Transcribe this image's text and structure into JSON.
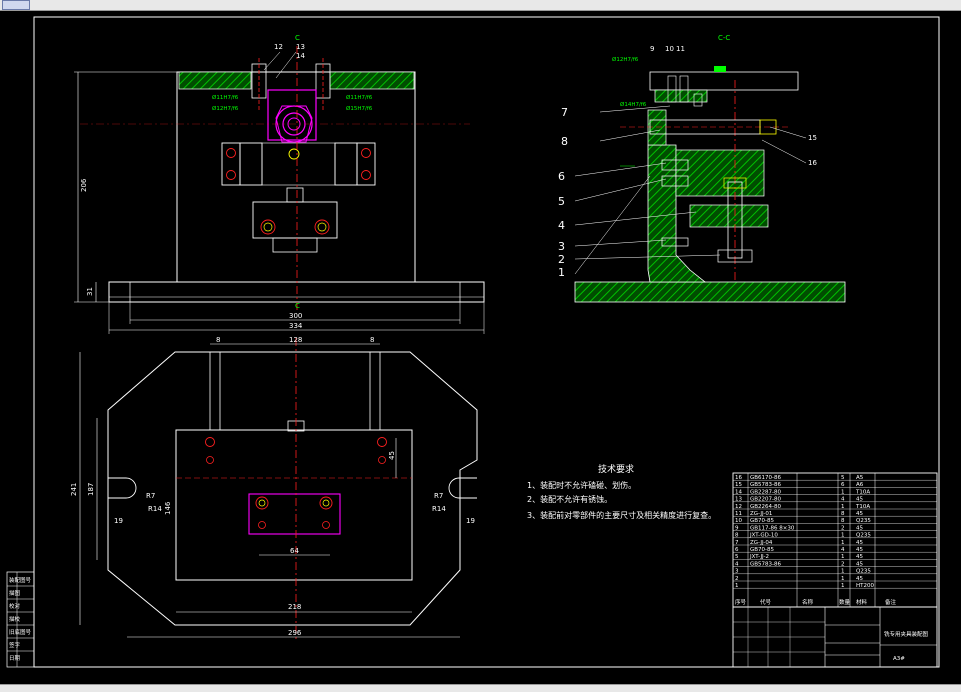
{
  "ui": {
    "title_icon": "drawing-window-icon"
  },
  "dims": {
    "top_width": "334",
    "top_inner": "300",
    "top_height": "206",
    "top_small": "31",
    "plan_total": "296",
    "plan_inner": "218",
    "plan_128": "128",
    "plan_8a": "8",
    "plan_8b": "8",
    "plan_64": "64",
    "plan_height": "241",
    "plan_h187": "187",
    "plan_19a": "19",
    "plan_19b": "19",
    "plan_r7a": "R7",
    "plan_r7b": "R7",
    "plan_r14a": "R14",
    "plan_r14b": "R14",
    "plan_45": "45",
    "plan_146": "146",
    "section_mark": "C",
    "section_label": "C-C"
  },
  "fits": {
    "fit1": "Ø11H7/f6",
    "fit2": "Ø11H7/f6",
    "fit3": "Ø12H7/f6",
    "fit4": "Ø15H7/f6",
    "fit5": "Ø14H7/f6",
    "fit6": "Ø12H7/f6"
  },
  "top_callouts": [
    "12",
    "13",
    "14"
  ],
  "side_callouts_top": [
    "9",
    "10",
    "11"
  ],
  "side_callouts_right": [
    "15",
    "16"
  ],
  "side_callouts_left": [
    "7",
    "8",
    "6",
    "5",
    "4",
    "3",
    "2",
    "1"
  ],
  "tech": {
    "title": "技术要求",
    "items": [
      "1、装配时不允许磕碰、划伤。",
      "2、装配不允许有锈蚀。",
      "3、装配前对零部件的主要尺寸及相关精度进行复查。"
    ]
  },
  "bom": {
    "rows": [
      {
        "no": "16",
        "code": "GB6170-86",
        "qty": "5",
        "mat": "A5"
      },
      {
        "no": "15",
        "code": "GB5783-86",
        "qty": "6",
        "mat": "A6"
      },
      {
        "no": "14",
        "code": "GB2287-80",
        "qty": "1",
        "mat": "T10A"
      },
      {
        "no": "13",
        "code": "GB2207-80",
        "qty": "4",
        "mat": "45"
      },
      {
        "no": "12",
        "code": "GB2264-80",
        "qty": "1",
        "mat": "T10A"
      },
      {
        "no": "11",
        "code": "ZG-JJ-01",
        "qty": "8",
        "mat": "45"
      },
      {
        "no": "10",
        "code": "GB70-85",
        "qty": "8",
        "mat": "Q235"
      },
      {
        "no": "9",
        "code": "GB117-86 8×30",
        "qty": "2",
        "mat": "45"
      },
      {
        "no": "8",
        "code": "JXT-GD-10",
        "qty": "1",
        "mat": "Q235"
      },
      {
        "no": "7",
        "code": "ZG-JJ-04",
        "qty": "1",
        "mat": "45"
      },
      {
        "no": "6",
        "code": "GB70-85",
        "qty": "4",
        "mat": "45"
      },
      {
        "no": "5",
        "code": "JXT-JJ-2",
        "qty": "1",
        "mat": "45"
      },
      {
        "no": "4",
        "code": "GB5783-86",
        "qty": "2",
        "mat": "45"
      },
      {
        "no": "3",
        "code": "",
        "qty": "1",
        "mat": "Q235"
      },
      {
        "no": "2",
        "code": "",
        "qty": "1",
        "mat": "45"
      },
      {
        "no": "1",
        "code": "",
        "qty": "1",
        "mat": "HT200"
      }
    ],
    "head": {
      "no": "序号",
      "code": "代号",
      "name": "名称",
      "qty": "数量",
      "mat": "材料",
      "note": "备注"
    }
  },
  "title_block": {
    "name": "铣专用夹具装配图",
    "sheet": "A3#"
  },
  "left_strip": [
    "装配图号",
    "描图",
    "校对",
    "描校",
    "旧底图号",
    "签字",
    "日期"
  ],
  "colors": {
    "lines": "#ffffff",
    "hatch": "#00a000",
    "green": "#00ff00",
    "red": "#ff2020",
    "magenta": "#ff00ff",
    "cyan": "#00ffff",
    "yellow": "#ffff00"
  }
}
